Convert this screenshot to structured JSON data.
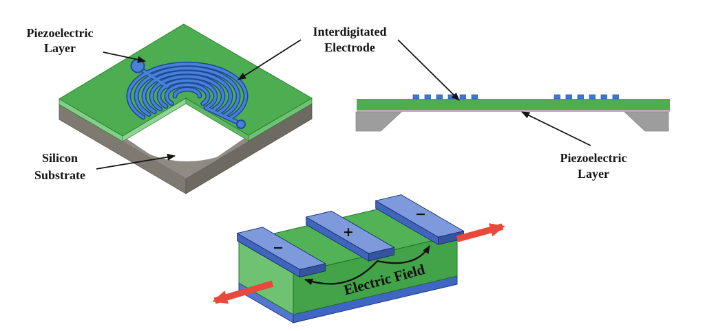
{
  "palette": {
    "background": "#ffffff",
    "piezo_green": "#4cae50",
    "green_side_light": "#8fd492",
    "green_side_medium": "#5fb763",
    "slab_top_green": "#52b356",
    "slab_front_green": "#42a348",
    "slab_left_green": "#6fc271",
    "electrode_blue": "#4a80d6",
    "electrode_blue_dark": "#1d4a9c",
    "bar_top_blue": "#7e99dc",
    "bar_side_blue": "#4165bd",
    "bar_cap_blue": "#35539f",
    "bottom_layer_blue": "#3f66c4",
    "substrate_gray_top": "#8f8b82",
    "substrate_gray_left": "#7e7a72",
    "substrate_gray_right": "#6d6a62",
    "support_gray": "#9d9d9d",
    "substrate_line_gray": "#b5b5b5",
    "arrow_red": "#e8493a",
    "text": "#141414"
  },
  "iso_view": {
    "label_piezo_line1": "Piezoelectric",
    "label_piezo_line2": "Layer",
    "label_substrate_line1": "Silicon",
    "label_substrate_line2": "Substrate"
  },
  "cross_section": {
    "label_ide_line1": "Interdigitated",
    "label_ide_line2": "Electrode",
    "label_piezo_line1": "Piezoelectric",
    "label_piezo_line2": "Layer",
    "electrode_groups": 2,
    "electrodes_per_group": 6
  },
  "field_view": {
    "label_field": "Electric Field",
    "sign_left": "−",
    "sign_center": "+",
    "sign_right": "−"
  }
}
